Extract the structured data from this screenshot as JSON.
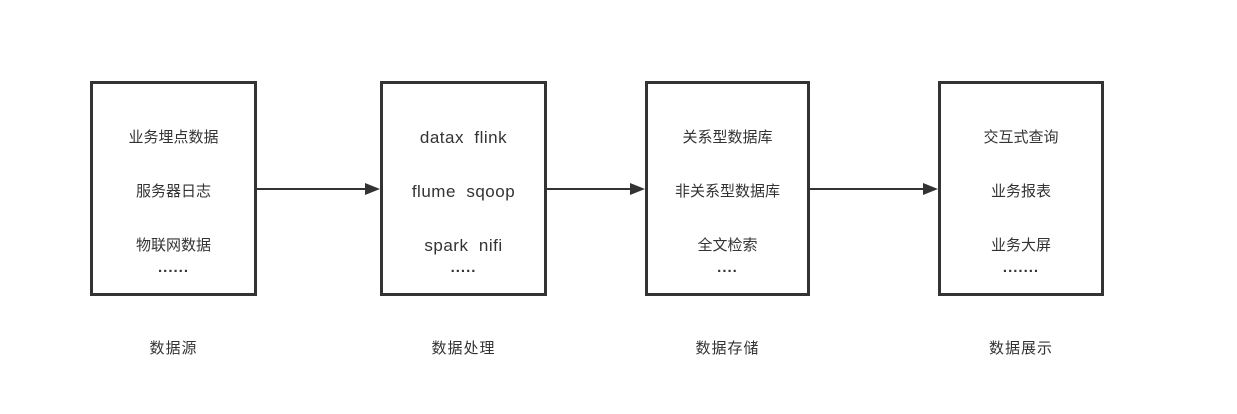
{
  "diagram": {
    "title": "big-data-pipeline-flow",
    "colors": {
      "border": "#333333",
      "text": "#333333",
      "arrow": "#333333",
      "background": "#ffffff"
    },
    "stages": [
      {
        "label": "数据源",
        "items": [
          "业务埋点数据",
          "服务器日志",
          "物联网数据"
        ],
        "ellipsis": "......"
      },
      {
        "label": "数据处理",
        "items": [
          "datax  flink",
          "flume  sqoop",
          "spark  nifi"
        ],
        "ellipsis": "....."
      },
      {
        "label": "数据存储",
        "items": [
          "关系型数据库",
          "非关系型数据库",
          "全文检索"
        ],
        "ellipsis": "...."
      },
      {
        "label": "数据展示",
        "items": [
          "交互式查询",
          "业务报表",
          "业务大屏"
        ],
        "ellipsis": "......."
      }
    ]
  }
}
